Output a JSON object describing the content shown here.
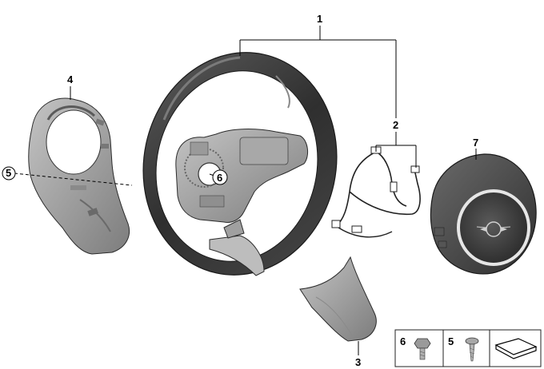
{
  "callouts": {
    "c1": "1",
    "c2": "2",
    "c3": "3",
    "c4": "4",
    "c5": "5",
    "c6": "6",
    "c7": "7"
  },
  "legend": {
    "item_a": "6",
    "item_b": "5"
  },
  "colors": {
    "rim_dark": "#3a3a3a",
    "rim_light": "#6b6b6b",
    "metal": "#b9b9b9",
    "cover_gray": "#9a9a9a",
    "airbag_dark": "#4a4a4a",
    "badge_ring": "#e6e6e6"
  },
  "icons": {
    "bolt": "hex-bolt-icon",
    "screw": "screw-icon",
    "shim": "shim-plate-icon"
  }
}
